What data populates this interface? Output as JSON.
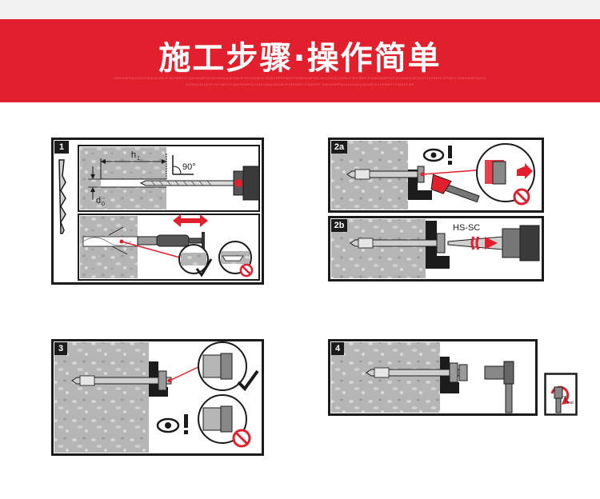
{
  "banner": {
    "title": "施工步骤·操作简单",
    "subtitle": "DWODWPQOJKOOWQJDOWJFJKFWKFJFQWODWPQOJKOOWQJDOWJFJKFOOWJFOOWJFKFPWKFPDWODWPQOJKOOWQJDOWJFJKFWKFJFQWODWPQOJKOOWQJDOWJFJKFWKFJFPWKF DWODWPQOJKOOWQJDOWJFJKFWKFJFQWODWPQOJKOOWQJDOWJFJKFWKFJFWKFPF DWODWPQOJKOOWQJDOWJFJKFWKFJFQWKFWF"
  },
  "steps": {
    "s1": {
      "label": "1",
      "h_label": "h",
      "h_sub": "1",
      "d_label": "d",
      "d_sub": "0",
      "angle": "90°"
    },
    "s2a": {
      "label": "2a"
    },
    "s2b": {
      "label": "2b",
      "tool": "HS-SC"
    },
    "s3": {
      "label": "3"
    },
    "s4": {
      "label": "4",
      "torque": "T",
      "torque_sub": "inst"
    }
  },
  "colors": {
    "accent": "#e21f2d",
    "frame": "#1b1b1b",
    "concrete": "#b3b3b3",
    "check": "#1b1b1b"
  }
}
